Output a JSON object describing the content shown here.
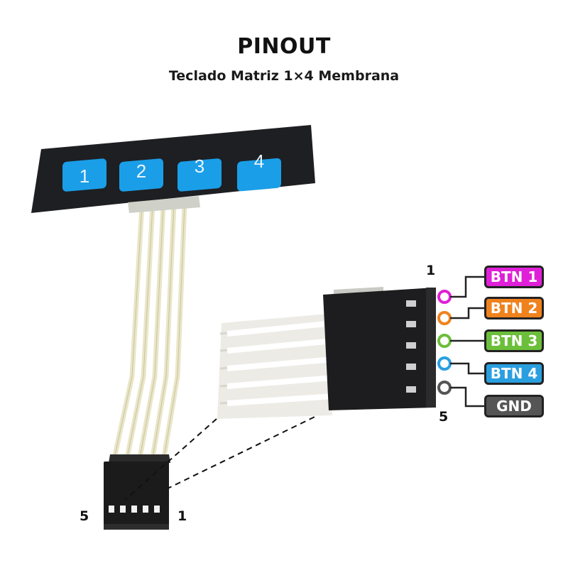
{
  "title": "PINOUT",
  "subtitle": "Teclado Matriz 1×4 Membrana",
  "keypad": {
    "keys": [
      "1",
      "2",
      "3",
      "4"
    ],
    "key_color": "#1a9ee8",
    "body_color": "#1e1f22"
  },
  "connector": {
    "pin_start": "1",
    "pin_end": "5"
  },
  "pins": [
    {
      "label": "BTN 1",
      "color": "#e020d8"
    },
    {
      "label": "BTN 2",
      "color": "#f0821e"
    },
    {
      "label": "BTN 3",
      "color": "#6cbf3a"
    },
    {
      "label": "BTN 4",
      "color": "#2a9fe0"
    },
    {
      "label": "GND",
      "color": "#555555"
    }
  ]
}
